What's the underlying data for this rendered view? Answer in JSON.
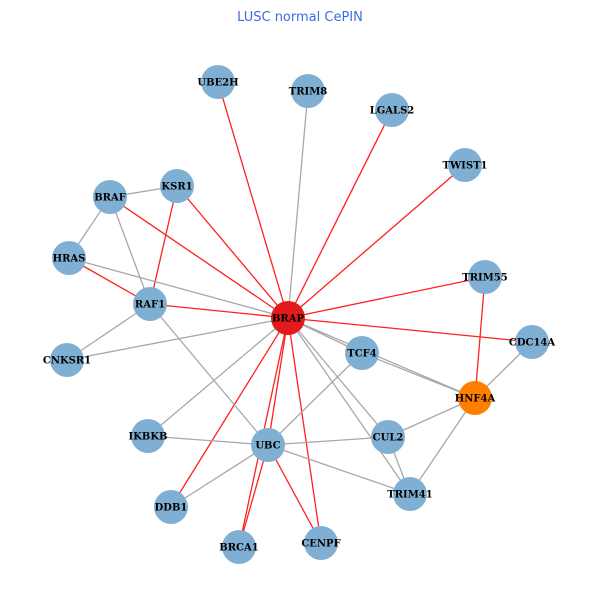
{
  "title": "LUSC normal CePIN",
  "colors": {
    "title": "#3d6be0",
    "default_node": "#7fb0d4",
    "center_node": "#e31a1c",
    "highlight_node": "#ff7f00",
    "red_edge": "#ff2020",
    "gray_edge": "#a8a8a8"
  },
  "nodes": [
    {
      "id": "UBE2H",
      "type": "default"
    },
    {
      "id": "TRIM8",
      "type": "default"
    },
    {
      "id": "LGALS2",
      "type": "default"
    },
    {
      "id": "TWIST1",
      "type": "default"
    },
    {
      "id": "KSR1",
      "type": "default"
    },
    {
      "id": "BRAF",
      "type": "default"
    },
    {
      "id": "HRAS",
      "type": "default"
    },
    {
      "id": "RAF1",
      "type": "default"
    },
    {
      "id": "BRAP",
      "type": "center"
    },
    {
      "id": "TRIM55",
      "type": "default"
    },
    {
      "id": "CDC14A",
      "type": "default"
    },
    {
      "id": "CNKSR1",
      "type": "default"
    },
    {
      "id": "TCF4",
      "type": "default"
    },
    {
      "id": "HNF4A",
      "type": "highlight"
    },
    {
      "id": "IKBKB",
      "type": "default"
    },
    {
      "id": "UBC",
      "type": "default"
    },
    {
      "id": "CUL2",
      "type": "default"
    },
    {
      "id": "TRIM41",
      "type": "default"
    },
    {
      "id": "DDB1",
      "type": "default"
    },
    {
      "id": "BRCA1",
      "type": "default"
    },
    {
      "id": "CENPF",
      "type": "default"
    }
  ],
  "edges": [
    [
      "BRAP",
      "UBE2H",
      "red"
    ],
    [
      "BRAP",
      "LGALS2",
      "red"
    ],
    [
      "BRAP",
      "TWIST1",
      "red"
    ],
    [
      "BRAP",
      "TRIM55",
      "red"
    ],
    [
      "BRAP",
      "CDC14A",
      "red"
    ],
    [
      "BRAP",
      "KSR1",
      "red"
    ],
    [
      "BRAP",
      "BRAF",
      "red"
    ],
    [
      "BRAP",
      "RAF1",
      "red"
    ],
    [
      "BRAP",
      "DDB1",
      "red"
    ],
    [
      "BRAP",
      "BRCA1",
      "red"
    ],
    [
      "BRAP",
      "UBC",
      "red"
    ],
    [
      "UBC",
      "BRCA1",
      "red"
    ],
    [
      "BRAP",
      "CENPF",
      "red"
    ],
    [
      "UBC",
      "CENPF",
      "red"
    ],
    [
      "HRAS",
      "RAF1",
      "red"
    ],
    [
      "KSR1",
      "RAF1",
      "red"
    ],
    [
      "TRIM55",
      "HNF4A",
      "red"
    ],
    [
      "BRAP",
      "TRIM8",
      "gray"
    ],
    [
      "BRAP",
      "HRAS",
      "gray"
    ],
    [
      "BRAP",
      "CNKSR1",
      "gray"
    ],
    [
      "BRAP",
      "IKBKB",
      "gray"
    ],
    [
      "BRAP",
      "TCF4",
      "gray"
    ],
    [
      "BRAP",
      "HNF4A",
      "gray"
    ],
    [
      "BRAP",
      "CUL2",
      "gray"
    ],
    [
      "BRAP",
      "TRIM41",
      "gray"
    ],
    [
      "BRAF",
      "KSR1",
      "gray"
    ],
    [
      "BRAF",
      "HRAS",
      "gray"
    ],
    [
      "BRAF",
      "RAF1",
      "gray"
    ],
    [
      "RAF1",
      "CNKSR1",
      "gray"
    ],
    [
      "RAF1",
      "UBC",
      "gray"
    ],
    [
      "TCF4",
      "UBC",
      "gray"
    ],
    [
      "TCF4",
      "HNF4A",
      "gray"
    ],
    [
      "HNF4A",
      "CDC14A",
      "gray"
    ],
    [
      "HNF4A",
      "CUL2",
      "gray"
    ],
    [
      "HNF4A",
      "TRIM41",
      "gray"
    ],
    [
      "UBC",
      "IKBKB",
      "gray"
    ],
    [
      "UBC",
      "CUL2",
      "gray"
    ],
    [
      "UBC",
      "TRIM41",
      "gray"
    ],
    [
      "UBC",
      "DDB1",
      "gray"
    ],
    [
      "CUL2",
      "TRIM41",
      "gray"
    ]
  ]
}
